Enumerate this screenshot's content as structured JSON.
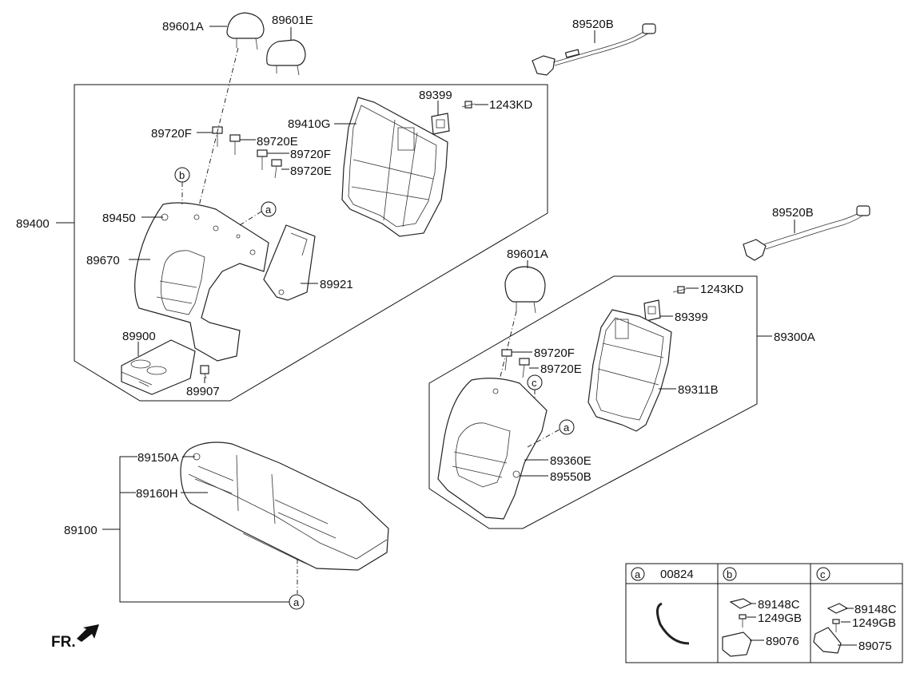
{
  "labels": {
    "l_89601A_top": "89601A",
    "l_89601E": "89601E",
    "l_89520B_top": "89520B",
    "l_89399_top": "89399",
    "l_1243KD_top": "1243KD",
    "l_89410G": "89410G",
    "l_89720F_1": "89720F",
    "l_89720E_1": "89720E",
    "l_89720F_2": "89720F",
    "l_89720E_2": "89720E",
    "l_89400": "89400",
    "l_89450": "89450",
    "l_89670": "89670",
    "l_89921": "89921",
    "l_89900": "89900",
    "l_89907": "89907",
    "l_89520B_mid": "89520B",
    "l_89601A_right": "89601A",
    "l_1243KD_right": "1243KD",
    "l_89399_right": "89399",
    "l_89300A": "89300A",
    "l_89720F_3": "89720F",
    "l_89720E_3": "89720E",
    "l_89311B": "89311B",
    "l_89360E": "89360E",
    "l_89550B": "89550B",
    "l_89150A": "89150A",
    "l_89160H": "89160H",
    "l_89100": "89100",
    "fr": "FR."
  },
  "circles": {
    "b_left": "b",
    "a_left": "a",
    "c_right": "c",
    "a_right": "a",
    "a_bottom": "a"
  },
  "legend": {
    "a_letter": "a",
    "a_code": "00824",
    "b_letter": "b",
    "c_letter": "c",
    "b_89148C": "89148C",
    "b_1249GB": "1249GB",
    "b_89076": "89076",
    "c_89148C": "89148C",
    "c_1249GB": "1249GB",
    "c_89075": "89075"
  }
}
